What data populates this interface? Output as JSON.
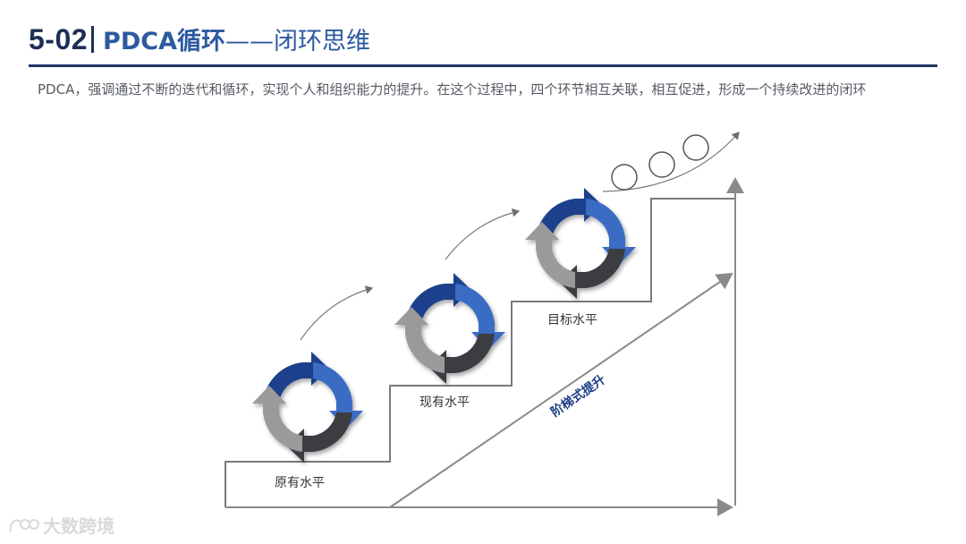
{
  "header": {
    "number": "5-02",
    "title_main": "PDCA循环",
    "title_sub": "——闭环思维"
  },
  "intro": "PDCA，强调通过不断的迭代和循环，实现个人和组织能力的提升。在这个过程中，四个环节相互关联，相互促进，形成一个持续改进的闭环",
  "diagram": {
    "steps": [
      {
        "label": "原有水平"
      },
      {
        "label": "现有水平"
      },
      {
        "label": "目标水平"
      }
    ],
    "diagonal_label": "阶梯式提升",
    "colors": {
      "dark_blue": "#1d3f8c",
      "mid_blue": "#3b6cc4",
      "charcoal": "#3a3d42",
      "gray": "#9a9a9a",
      "stair_line": "#7a7a7a"
    }
  },
  "watermark": {
    "text": "大数跨境"
  }
}
